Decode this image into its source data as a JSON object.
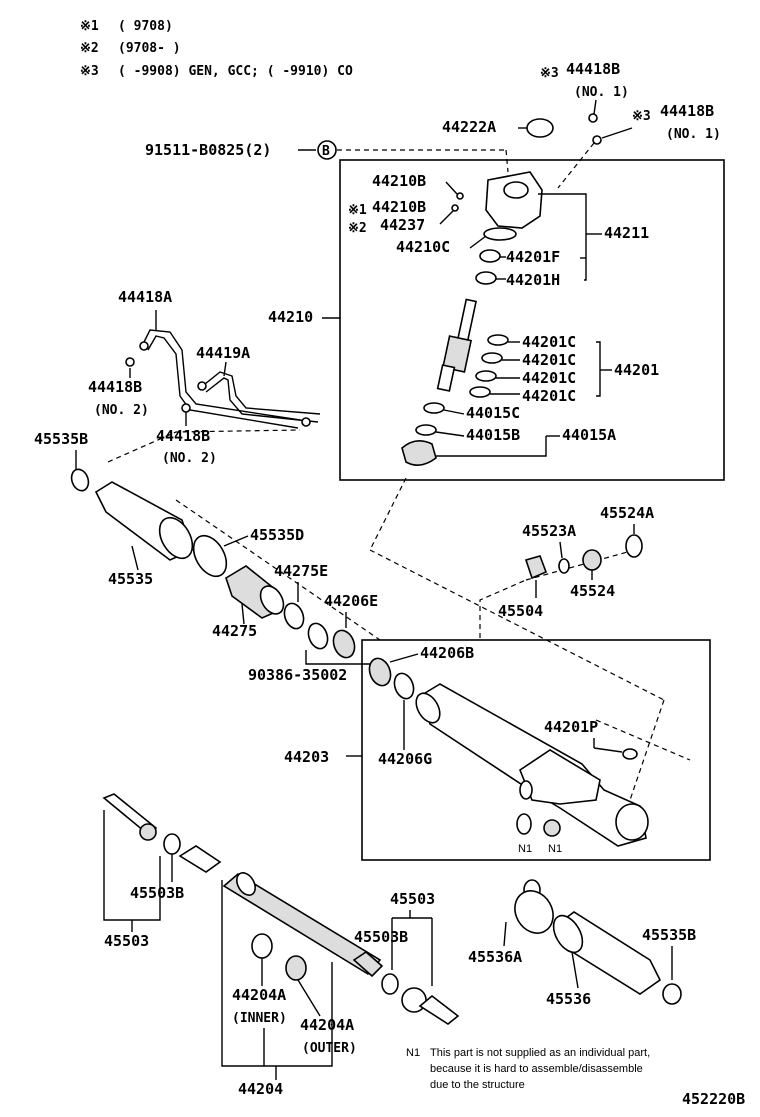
{
  "diagram": {
    "legend": [
      {
        "mark": "※1",
        "text": "(        9708)"
      },
      {
        "mark": "※2",
        "text": "(9708-        )"
      },
      {
        "mark": "※3",
        "text": "(        -9908) GEN, GCC; (        -9910) CO"
      }
    ],
    "labels": {
      "p44418B_top": "44418B",
      "no1_top": "(NO. 1)",
      "mark3_a": "※3",
      "p44418B_right": "44418B",
      "no1_right": "(NO. 1)",
      "mark3_b": "※3",
      "p44222A": "44222A",
      "p91511": "91511-B0825(2)",
      "circleB": "B",
      "p44210B_a": "44210B",
      "mark1": "※1",
      "p44210B_b": "44210B",
      "mark2": "※2",
      "p44237": "44237",
      "p44210C": "44210C",
      "p44201F": "44201F",
      "p44201H": "44201H",
      "p44211": "44211",
      "p44210": "44210",
      "p44201C_1": "44201C",
      "p44201C_2": "44201C",
      "p44201C_3": "44201C",
      "p44201C_4": "44201C",
      "p44201": "44201",
      "p44015C": "44015C",
      "p44015B": "44015B",
      "p44015A": "44015A",
      "p44418A": "44418A",
      "p44419A": "44419A",
      "p44418B_left": "44418B",
      "no2_left": "(NO. 2)",
      "p44418B_mid": "44418B",
      "no2_mid": "(NO. 2)",
      "p45535B_top": "45535B",
      "p45535D": "45535D",
      "p45535": "45535",
      "p44275E": "44275E",
      "p44275": "44275",
      "p44206E": "44206E",
      "p90386": "90386-35002",
      "p45523A": "45523A",
      "p45524A": "45524A",
      "p45504": "45504",
      "p45524": "45524",
      "p44206B": "44206B",
      "p44201P": "44201P",
      "p44203": "44203",
      "p44206G": "44206G",
      "n1_a": "N1",
      "n1_b": "N1",
      "p45503B_left": "45503B",
      "p45503_left": "45503",
      "p45503_right": "45503",
      "p45503B_right": "45503B",
      "p45536A": "45536A",
      "p45535B_right": "45535B",
      "p45536": "45536",
      "p44204A_inner": "44204A",
      "inner": "(INNER)",
      "p44204A_outer": "44204A",
      "outer": "(OUTER)",
      "p44204": "44204",
      "footnote_mark": "N1",
      "footnote_1": "This part is not supplied as an individual part,",
      "footnote_2": "because it is hard to assemble/disassemble",
      "footnote_3": "due to the structure",
      "figure_id": "452220B"
    }
  }
}
